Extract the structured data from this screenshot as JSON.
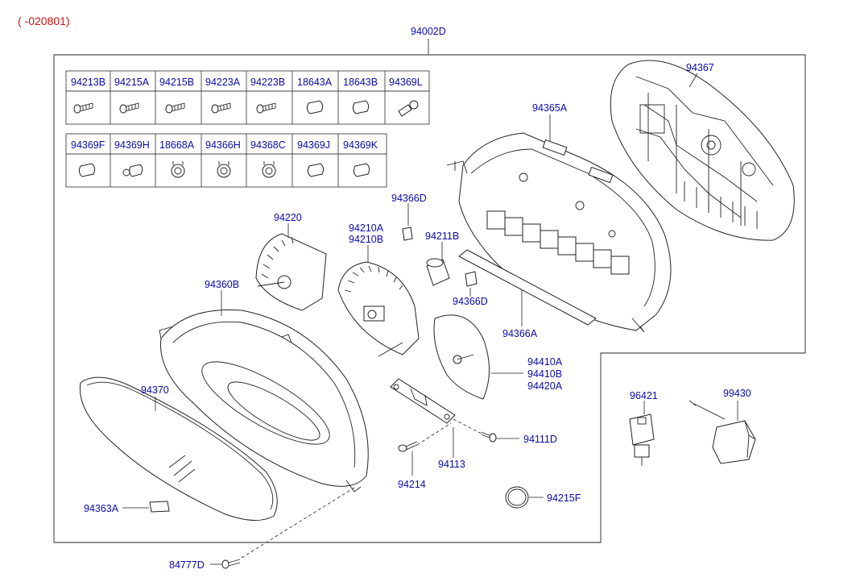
{
  "date_range": "( -020801)",
  "assembly_label": "94002D",
  "table_row1": [
    "94213B",
    "94215A",
    "94215B",
    "94223A",
    "94223B",
    "18643A",
    "18643B",
    "94369L"
  ],
  "table_row2": [
    "94369F",
    "94369H",
    "18668A",
    "94366H",
    "94368C",
    "94369J",
    "94369K"
  ],
  "callouts": {
    "p94367": "94367",
    "p94365A": "94365A",
    "p94366D_top": "94366D",
    "p94220": "94220",
    "p94210A": "94210A",
    "p94210B": "94210B",
    "p94211B": "94211B",
    "p94366D_bottom": "94366D",
    "p94360B": "94360B",
    "p94366A": "94366A",
    "p94410A": "94410A",
    "p94410B": "94410B",
    "p94420A": "94420A",
    "p94370": "94370",
    "p96421": "96421",
    "p99430": "99430",
    "p94111D": "94111D",
    "p94113": "94113",
    "p94214": "94214",
    "p94215F": "94215F",
    "p94363A": "94363A",
    "p84777D": "84777D"
  },
  "colors": {
    "label": "#0a0aa8",
    "date": "#cc1111",
    "line": "#222222"
  }
}
